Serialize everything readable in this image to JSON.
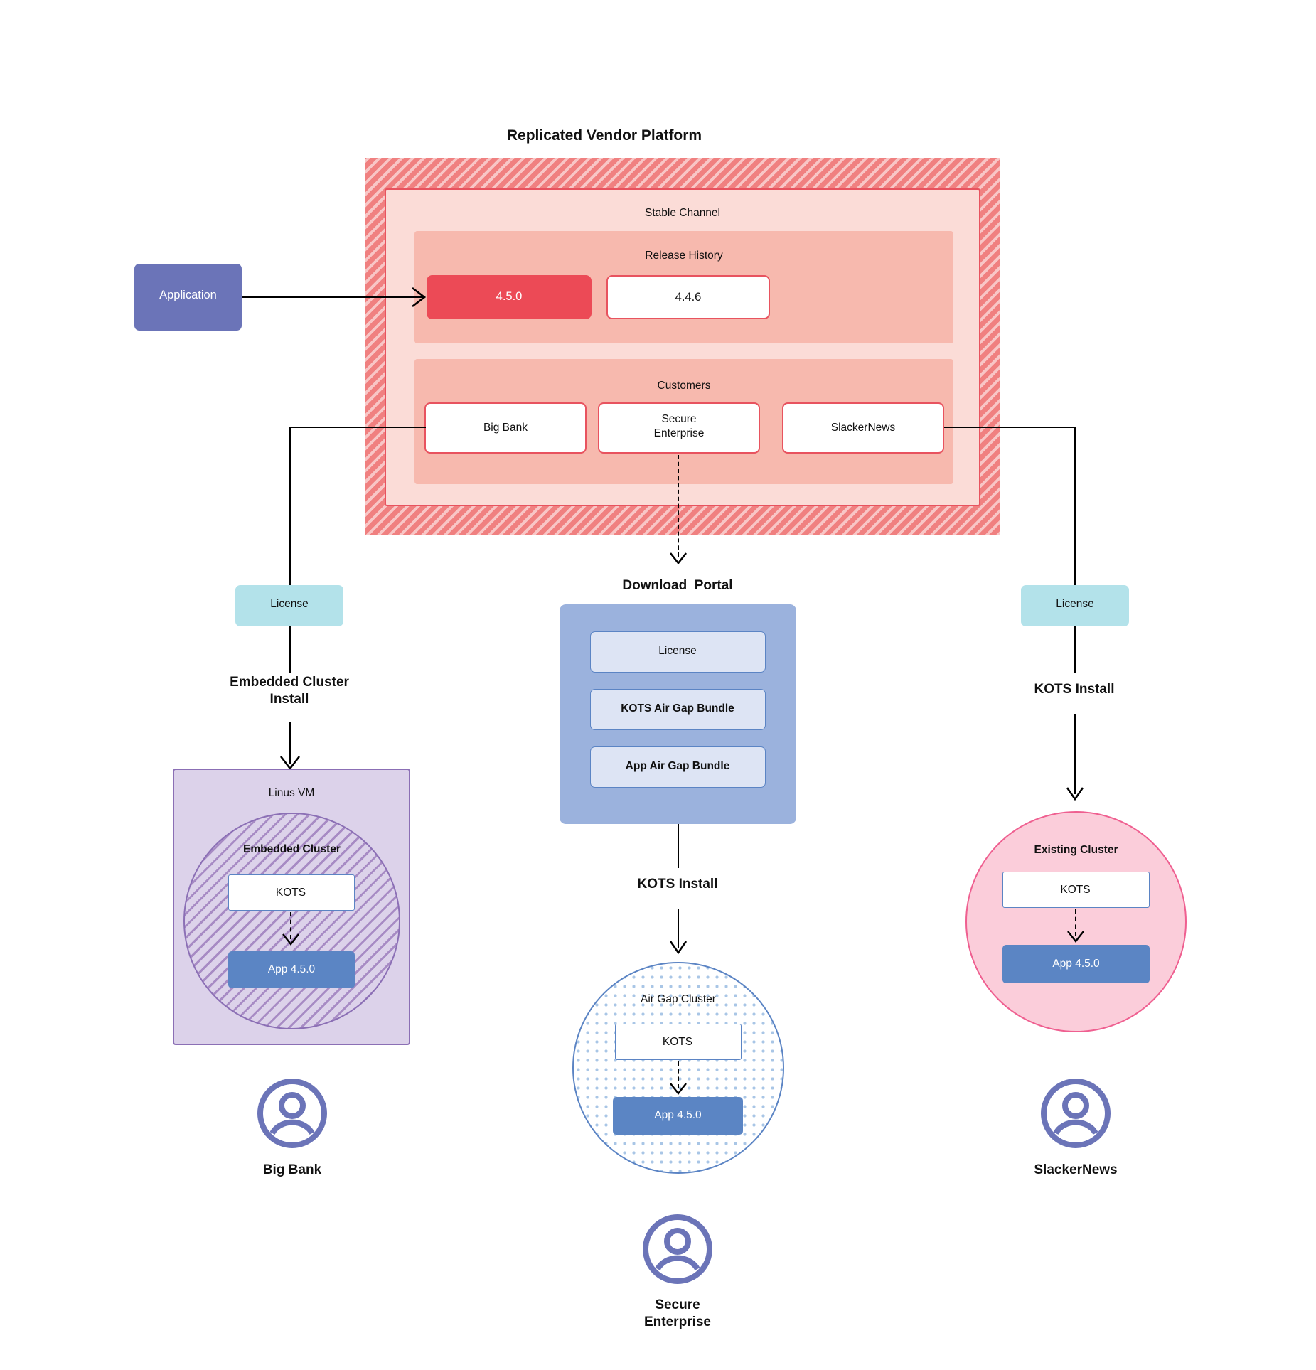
{
  "diagram": {
    "title": "Replicated Vendor Platform",
    "application_node": {
      "label": "Application"
    },
    "platform": {
      "channel": {
        "label": "Stable Channel"
      },
      "release_history": {
        "label": "Release History",
        "releases": [
          {
            "version": "4.5.0",
            "state": "current"
          },
          {
            "version": "4.4.6",
            "state": "previous"
          }
        ]
      },
      "customers": {
        "label": "Customers",
        "items": [
          {
            "name": "Big Bank"
          },
          {
            "name": "Secure\nEnterprise"
          },
          {
            "name": "SlackerNews"
          }
        ]
      }
    },
    "paths": {
      "left": {
        "license_label": "License",
        "install_label": "Embedded Cluster\nInstall",
        "host": {
          "label": "Linus VM"
        },
        "cluster": {
          "label": "Embedded Cluster"
        },
        "kots": {
          "label": "KOTS"
        },
        "app": {
          "label": "App 4.5.0"
        },
        "customer": {
          "label": "Big Bank"
        }
      },
      "middle": {
        "portal_title": "Download  Portal",
        "portal_items": [
          {
            "label": "License"
          },
          {
            "label": "KOTS Air Gap Bundle"
          },
          {
            "label": "App Air Gap Bundle"
          }
        ],
        "install_label": "KOTS Install",
        "cluster": {
          "label": "Air Gap Cluster"
        },
        "kots": {
          "label": "KOTS"
        },
        "app": {
          "label": "App 4.5.0"
        },
        "customer": {
          "label": "Secure\nEnterprise"
        }
      },
      "right": {
        "license_label": "License",
        "install_label": "KOTS Install",
        "cluster": {
          "label": "Existing Cluster"
        },
        "kots": {
          "label": "KOTS"
        },
        "app": {
          "label": "App 4.5.0"
        },
        "customer": {
          "label": "SlackerNews"
        }
      }
    },
    "colors": {
      "platform_hatch": "#f08080",
      "channel_fill": "#fbdcd7",
      "section_fill": "#f7b9ae",
      "release_current": "#ec4a56",
      "border_red": "#e8535f",
      "application": "#6b74b8",
      "license": "#b3e2ea",
      "portal": "#9bb2dd",
      "portal_item": "#dde4f4",
      "app_version": "#5b85c4",
      "vm_fill": "#dcd2ea",
      "vm_border": "#8b6fb5",
      "existing_cluster": "#fbcdda",
      "existing_border": "#ef5f90",
      "avatar": "#6b74b8"
    }
  }
}
